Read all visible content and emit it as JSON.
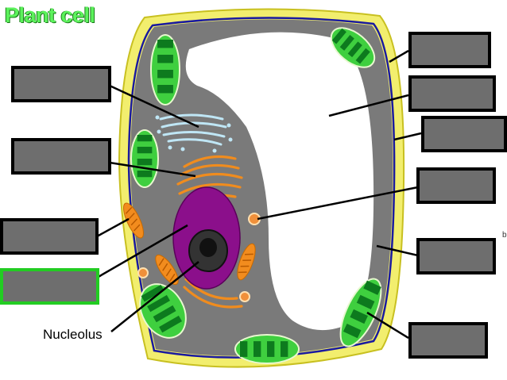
{
  "title": "Plant cell",
  "nucleolus_label": "Nucleolus",
  "edge_mark": "b",
  "colors": {
    "cell_wall": "#f2ee6e",
    "membrane": "#1a1aa0",
    "cytoplasm": "#7a7a7a",
    "vacuole": "#ffffff",
    "chloroplast": "#3fcf3f",
    "nucleus": "#8b0f8b",
    "golgi": "#f08c1e",
    "mitochondria": "#f28c1e",
    "er": "#bfe6f5",
    "blank_box": "#6e6e6e",
    "selected_border": "#22cc22",
    "title": "#5cf25c"
  },
  "label_boxes": [
    {
      "id": "box-1",
      "side": "left",
      "points_to": "smooth-er",
      "text": ""
    },
    {
      "id": "box-2",
      "side": "left",
      "points_to": "golgi-apparatus",
      "text": ""
    },
    {
      "id": "box-3",
      "side": "left",
      "points_to": "mitochondrion",
      "text": ""
    },
    {
      "id": "box-4",
      "side": "left",
      "points_to": "nucleus",
      "text": "",
      "selected": true
    },
    {
      "id": "box-5",
      "side": "right",
      "points_to": "cell-wall",
      "text": ""
    },
    {
      "id": "box-6",
      "side": "right",
      "points_to": "vacuole",
      "text": ""
    },
    {
      "id": "box-7",
      "side": "right",
      "points_to": "cell-membrane",
      "text": ""
    },
    {
      "id": "box-8",
      "side": "right",
      "points_to": "ribosome",
      "text": ""
    },
    {
      "id": "box-9",
      "side": "right",
      "points_to": "cytoplasm",
      "text": ""
    },
    {
      "id": "box-10",
      "side": "right",
      "points_to": "chloroplast",
      "text": ""
    }
  ]
}
